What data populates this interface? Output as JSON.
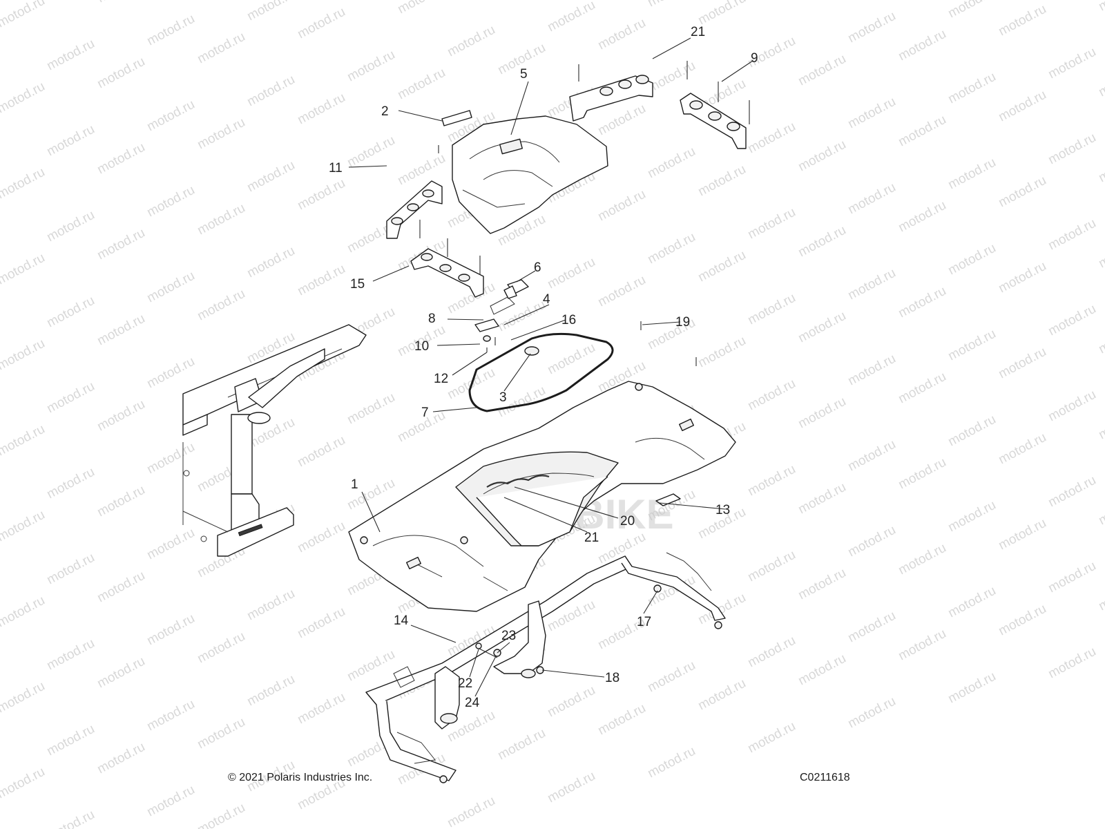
{
  "watermark": "motod.ru",
  "copyright": "© 2021 Polaris Industries Inc.",
  "figure_code": "C0211618",
  "logo_text": "TMP BIKE",
  "callouts": [
    {
      "n": "1"
    },
    {
      "n": "2"
    },
    {
      "n": "3"
    },
    {
      "n": "4"
    },
    {
      "n": "5"
    },
    {
      "n": "6"
    },
    {
      "n": "7"
    },
    {
      "n": "8"
    },
    {
      "n": "9"
    },
    {
      "n": "10"
    },
    {
      "n": "11"
    },
    {
      "n": "12"
    },
    {
      "n": "13"
    },
    {
      "n": "14"
    },
    {
      "n": "15"
    },
    {
      "n": "16"
    },
    {
      "n": "17"
    },
    {
      "n": "18"
    },
    {
      "n": "19"
    },
    {
      "n": "20"
    },
    {
      "n": "21"
    },
    {
      "n": "21"
    },
    {
      "n": "22"
    },
    {
      "n": "23"
    },
    {
      "n": "24"
    }
  ]
}
